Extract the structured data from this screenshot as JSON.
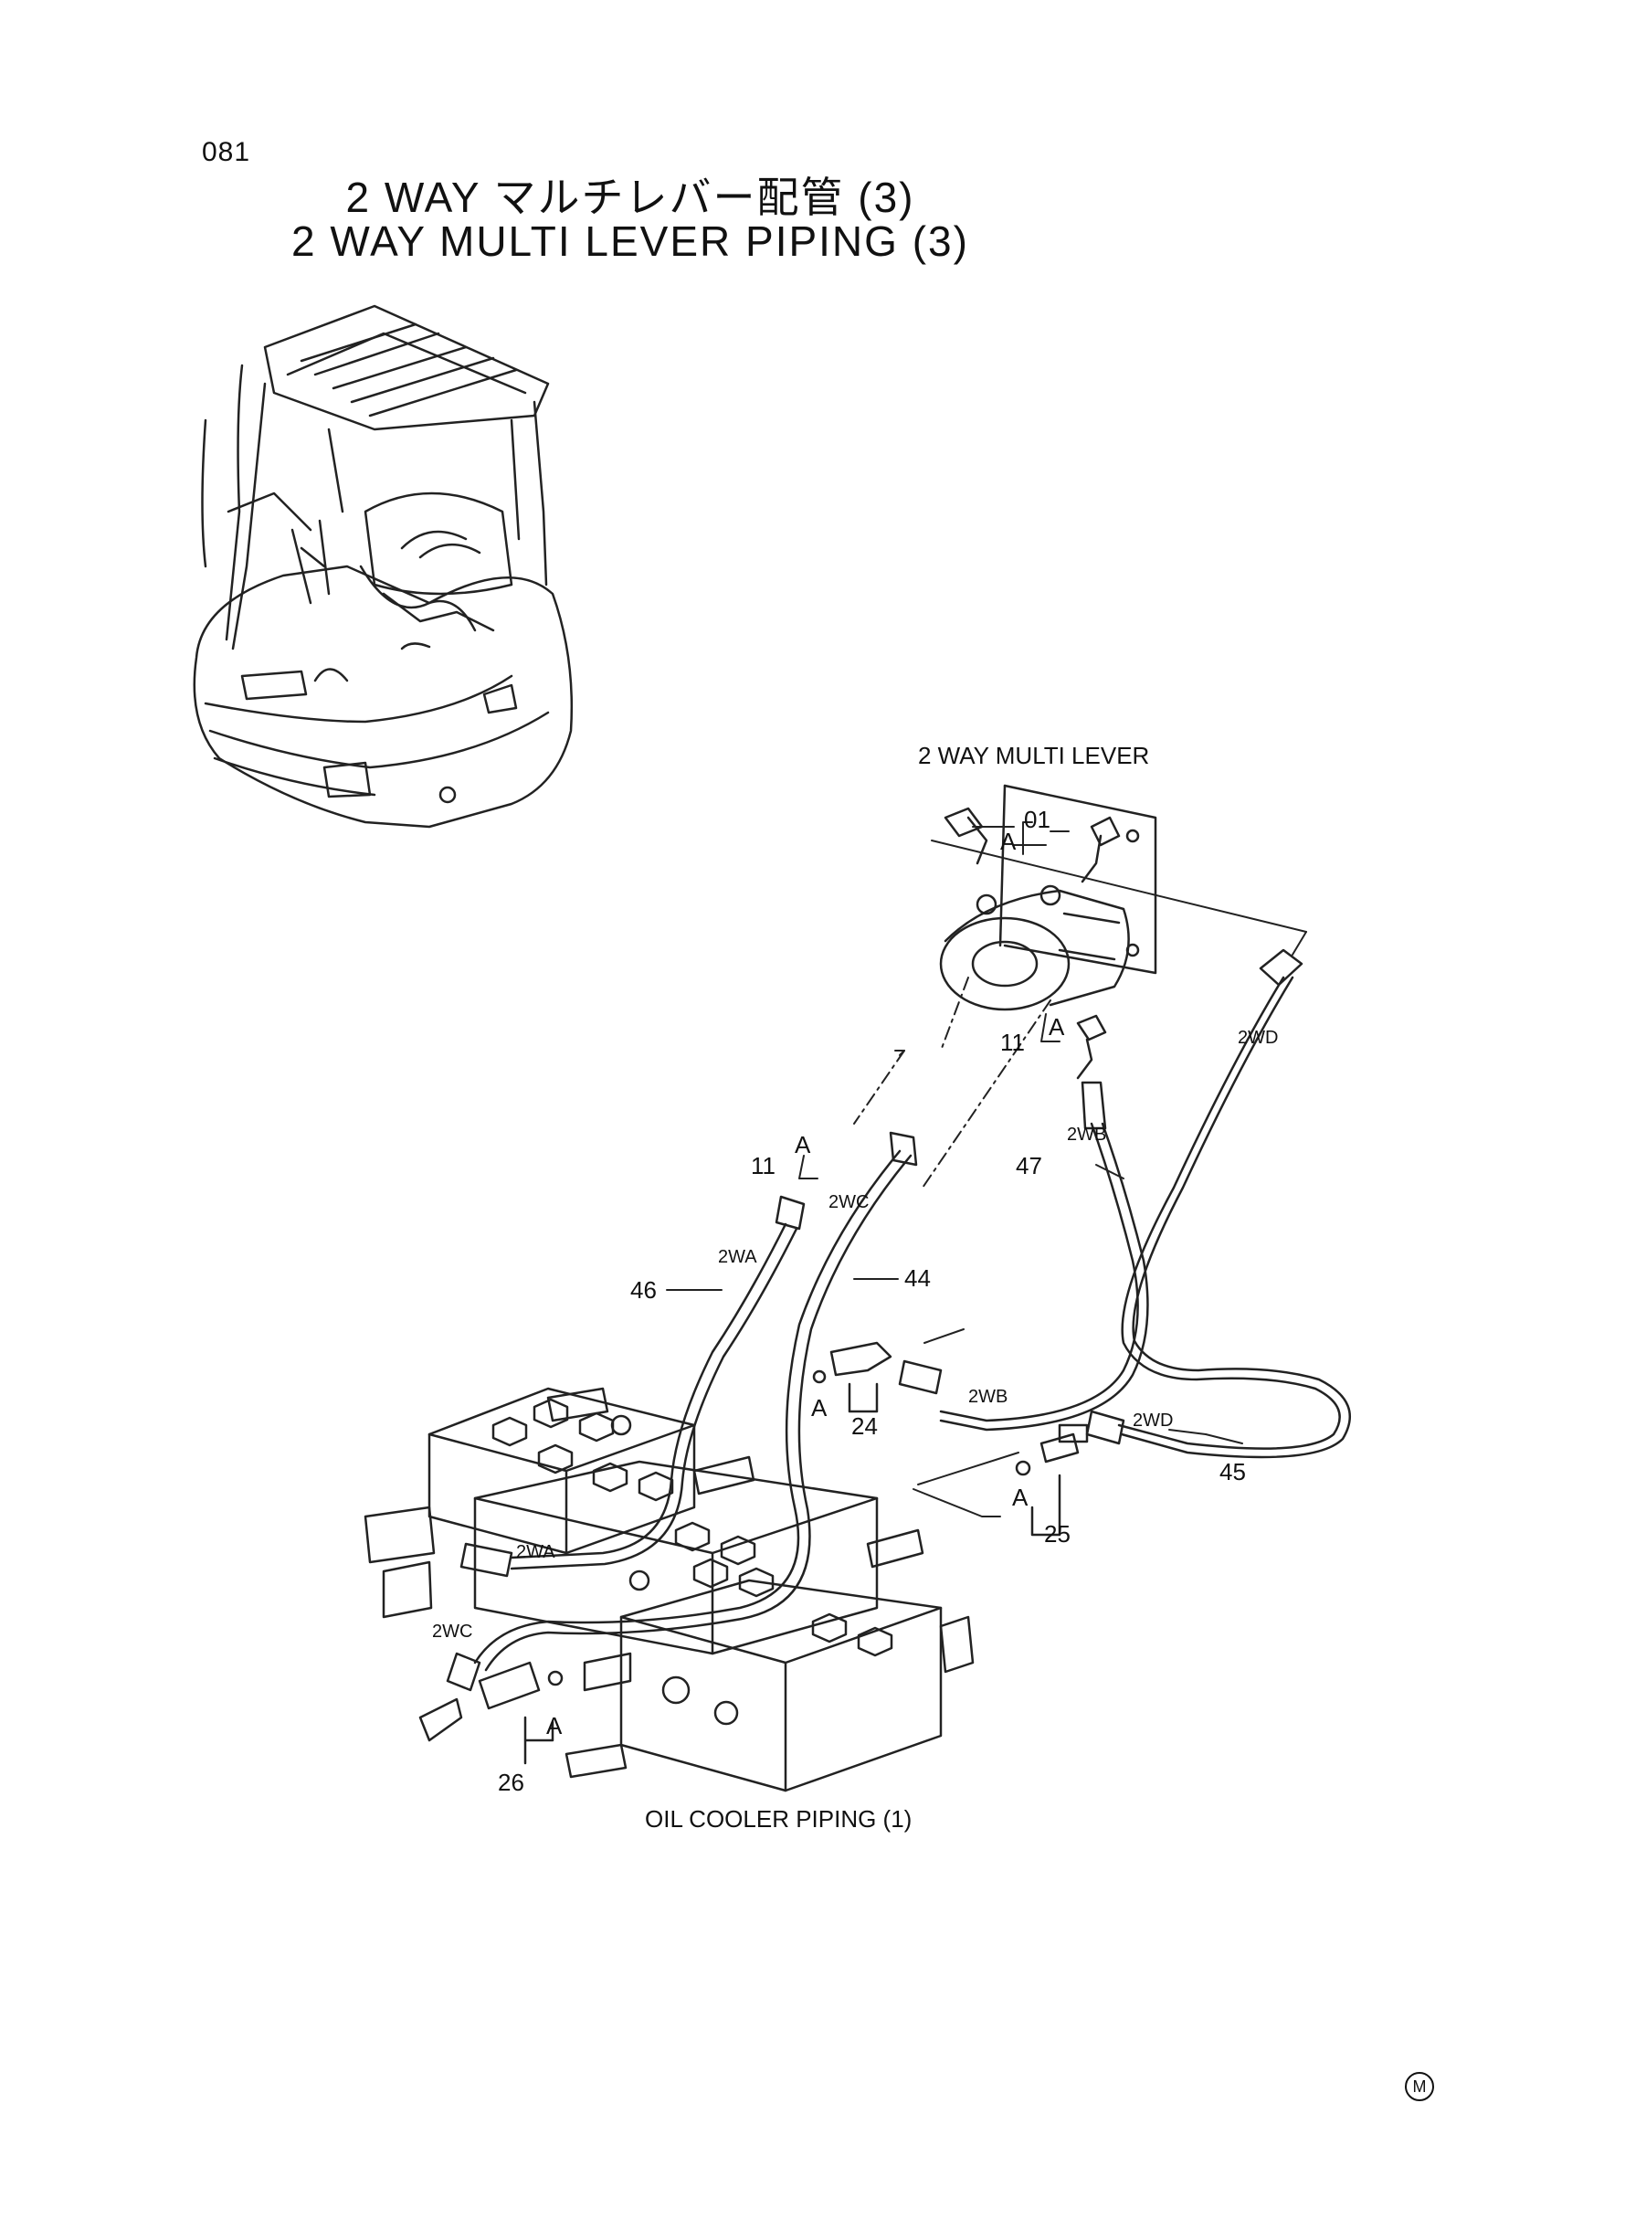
{
  "page_number": "081",
  "title_jp": "2 WAY マルチレバー配管 (3)",
  "title_en": "2 WAY MULTI LEVER PIPING (3)",
  "labels": {
    "multi_lever": "2 WAY MULTI LEVER",
    "oil_cooler": "OIL COOLER PIPING (1)",
    "part_01": "01",
    "part_11_top": "11",
    "part_11_left": "11",
    "part_44": "44",
    "part_45": "45",
    "part_46": "46",
    "part_47": "47",
    "part_24": "24",
    "part_25": "25",
    "part_26": "26",
    "ref_a_1": "A",
    "ref_a_2": "A",
    "ref_a_3": "A",
    "ref_a_4": "A",
    "ref_a_5": "A",
    "ref_a_6": "A",
    "hose_2wa_1": "2WA",
    "hose_2wa_2": "2WA",
    "hose_2wb_1": "2WB",
    "hose_2wb_2": "2WB",
    "hose_2wc_1": "2WC",
    "hose_2wc_2": "2WC",
    "hose_2wd_1": "2WD",
    "hose_2wd_2": "2WD"
  },
  "mark_symbol": "M"
}
